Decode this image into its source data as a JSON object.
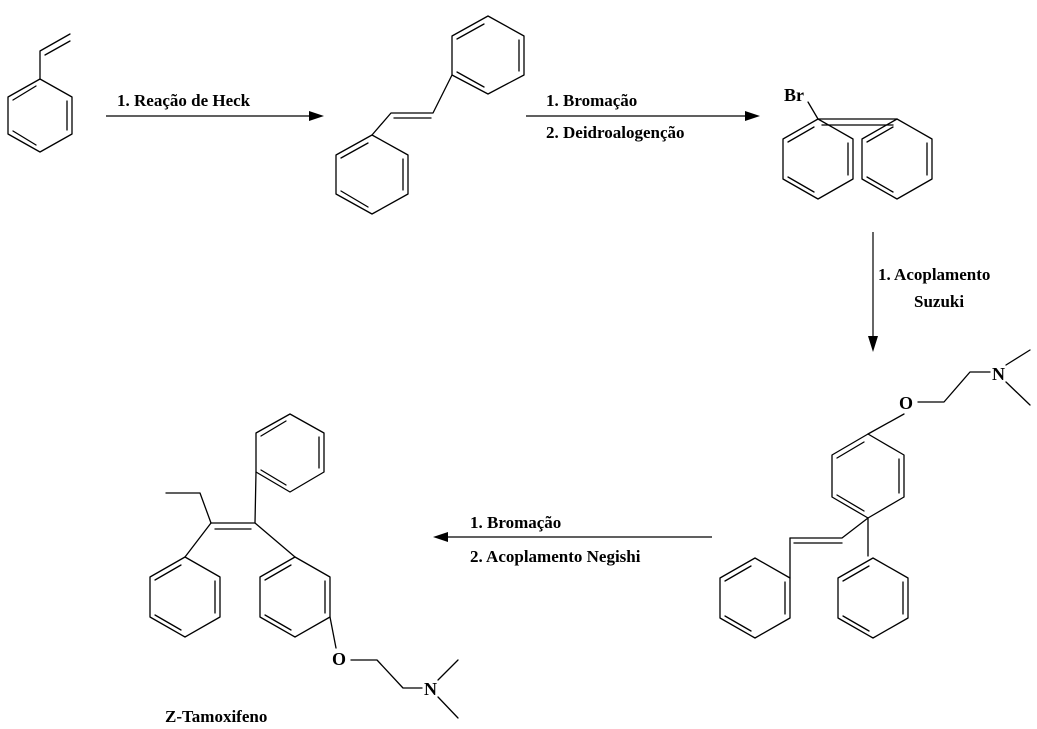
{
  "steps": [
    {
      "lines": [
        "1. Reação de Heck"
      ]
    },
    {
      "lines": [
        "1. Bromação",
        "2. Deidroalogenção"
      ]
    },
    {
      "lines": [
        "1. Acoplamento",
        "Suzuki"
      ]
    },
    {
      "lines": [
        "1. Bromação",
        "2. Acoplamento Negishi"
      ]
    }
  ],
  "atoms": {
    "bromine": "Br",
    "oxygen": "O",
    "nitrogen": "N"
  },
  "product_name": "Z-Tamoxifeno"
}
